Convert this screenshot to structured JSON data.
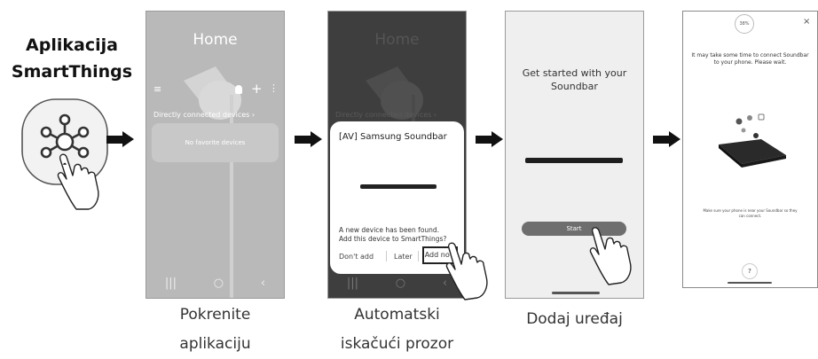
{
  "app_label": {
    "line1": "Aplikacija",
    "line2": "SmartThings"
  },
  "step1": {
    "screen_title": "Home",
    "section_link": "Directly connected devices  ›",
    "empty_text": "No favorite devices",
    "toolbar_icons": [
      "menu-icon",
      "add-icon",
      "more-icon"
    ],
    "caption_line1": "Pokrenite",
    "caption_line2": "aplikaciju"
  },
  "step2": {
    "screen_title": "Home",
    "section_link": "Directly connected devices  ›",
    "dialog_title": "[AV] Samsung Soundbar",
    "dialog_msg_line1": "A new device has been found.",
    "dialog_msg_line2": "Add this device to SmartThings?",
    "btn_dont_add": "Don't add",
    "btn_later": "Later",
    "btn_add_now": "Add now",
    "caption_line1": "Automatski",
    "caption_line2": "iskačući prozor"
  },
  "step3": {
    "heading_line1": "Get started with your",
    "heading_line2": "Soundbar",
    "start_label": "Start",
    "caption": "Dodaj uređaj"
  },
  "step4": {
    "progress_label": "38%",
    "wait_line1": "It may take some time to connect Soundbar",
    "wait_line2": "to your phone. Please wait.",
    "hint_line1": "Make sure your phone is near your Soundbar so they",
    "hint_line2": "can connect.",
    "help_label": "?"
  },
  "colors": {
    "dim_grey": "#b3b3b3",
    "dark_screen": "#3e3e3e",
    "button_grey": "#6e6e6e"
  }
}
